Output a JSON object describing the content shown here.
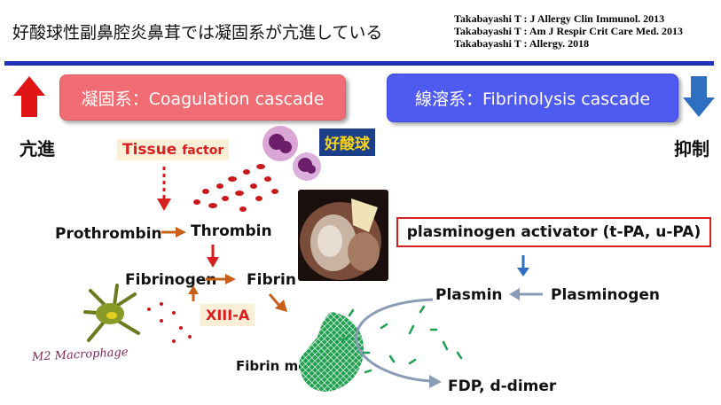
{
  "title": "好酸球性副鼻腔炎鼻茸では凝固系が亢進している",
  "references": [
    "Takabayashi T : J Allergy Clin Immunol. 2013",
    "Takabayashi T : Am J Respir Crit Care Med. 2013",
    "Takabayashi T : Allergy. 2018"
  ],
  "banners": {
    "coagulation": "凝固系：Coagulation cascade",
    "fibrinolysis": "線溶系：Fibrinolysis cascade"
  },
  "status": {
    "up": "亢進",
    "down": "抑制"
  },
  "tissue_factor": {
    "main": "Tissue ",
    "small": "factor"
  },
  "eosinophil": "好酸球",
  "coag_nodes": {
    "prothrombin": "Prothrombin",
    "thrombin": "Thrombin",
    "fibrinogen": "Fibrinogen",
    "fibrin": "Fibrin",
    "xiiia": "XIII-A",
    "fibrin_mesh": "Fibrin mesh"
  },
  "macrophage": "M2 Macrophage",
  "fibrinolysis_nodes": {
    "activator": "plasminogen activator (t-PA, u-PA)",
    "plasmin": "Plasmin",
    "plasminogen": "Plasminogen",
    "fdp": "FDP, d-dimer"
  },
  "colors": {
    "rule": "#1f2fb8",
    "coag_banner": "#f06e73",
    "fibr_banner": "#4f5bf0",
    "up_arrow": "#e01414",
    "down_arrow": "#2f6fc0",
    "orange_arrow": "#c8601c",
    "red_arrow": "#d81e1e",
    "gray_arrow": "#8a9bb6",
    "mesh_green": "#1f9f4f"
  },
  "icons": [
    "up-arrow-icon",
    "down-arrow-icon",
    "eosinophil-cell-icon",
    "macrophage-icon",
    "fibrin-mesh-icon",
    "endoscopy-image"
  ]
}
